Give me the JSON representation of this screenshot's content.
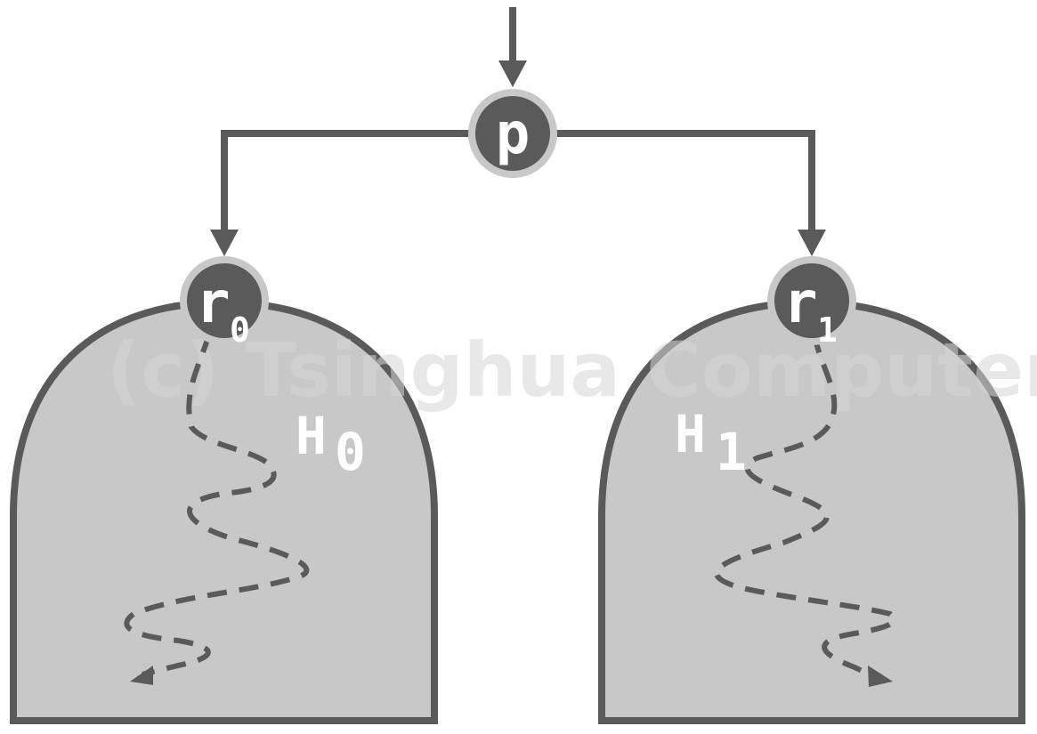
{
  "watermark": "(c) Tsinghua Computer",
  "nodes": {
    "p": {
      "label": "p"
    },
    "r0": {
      "label": "r",
      "subscript": "0"
    },
    "r1": {
      "label": "r",
      "subscript": "1"
    }
  },
  "regions": {
    "h0": {
      "label": "H",
      "subscript": "0"
    },
    "h1": {
      "label": "H",
      "subscript": "1"
    }
  },
  "colors": {
    "stroke": "#5a5a5a",
    "node_fill": "#5a5a5a",
    "node_ring": "#c8c8c8",
    "region_fill": "#c8c8c8",
    "label": "#ffffff"
  }
}
